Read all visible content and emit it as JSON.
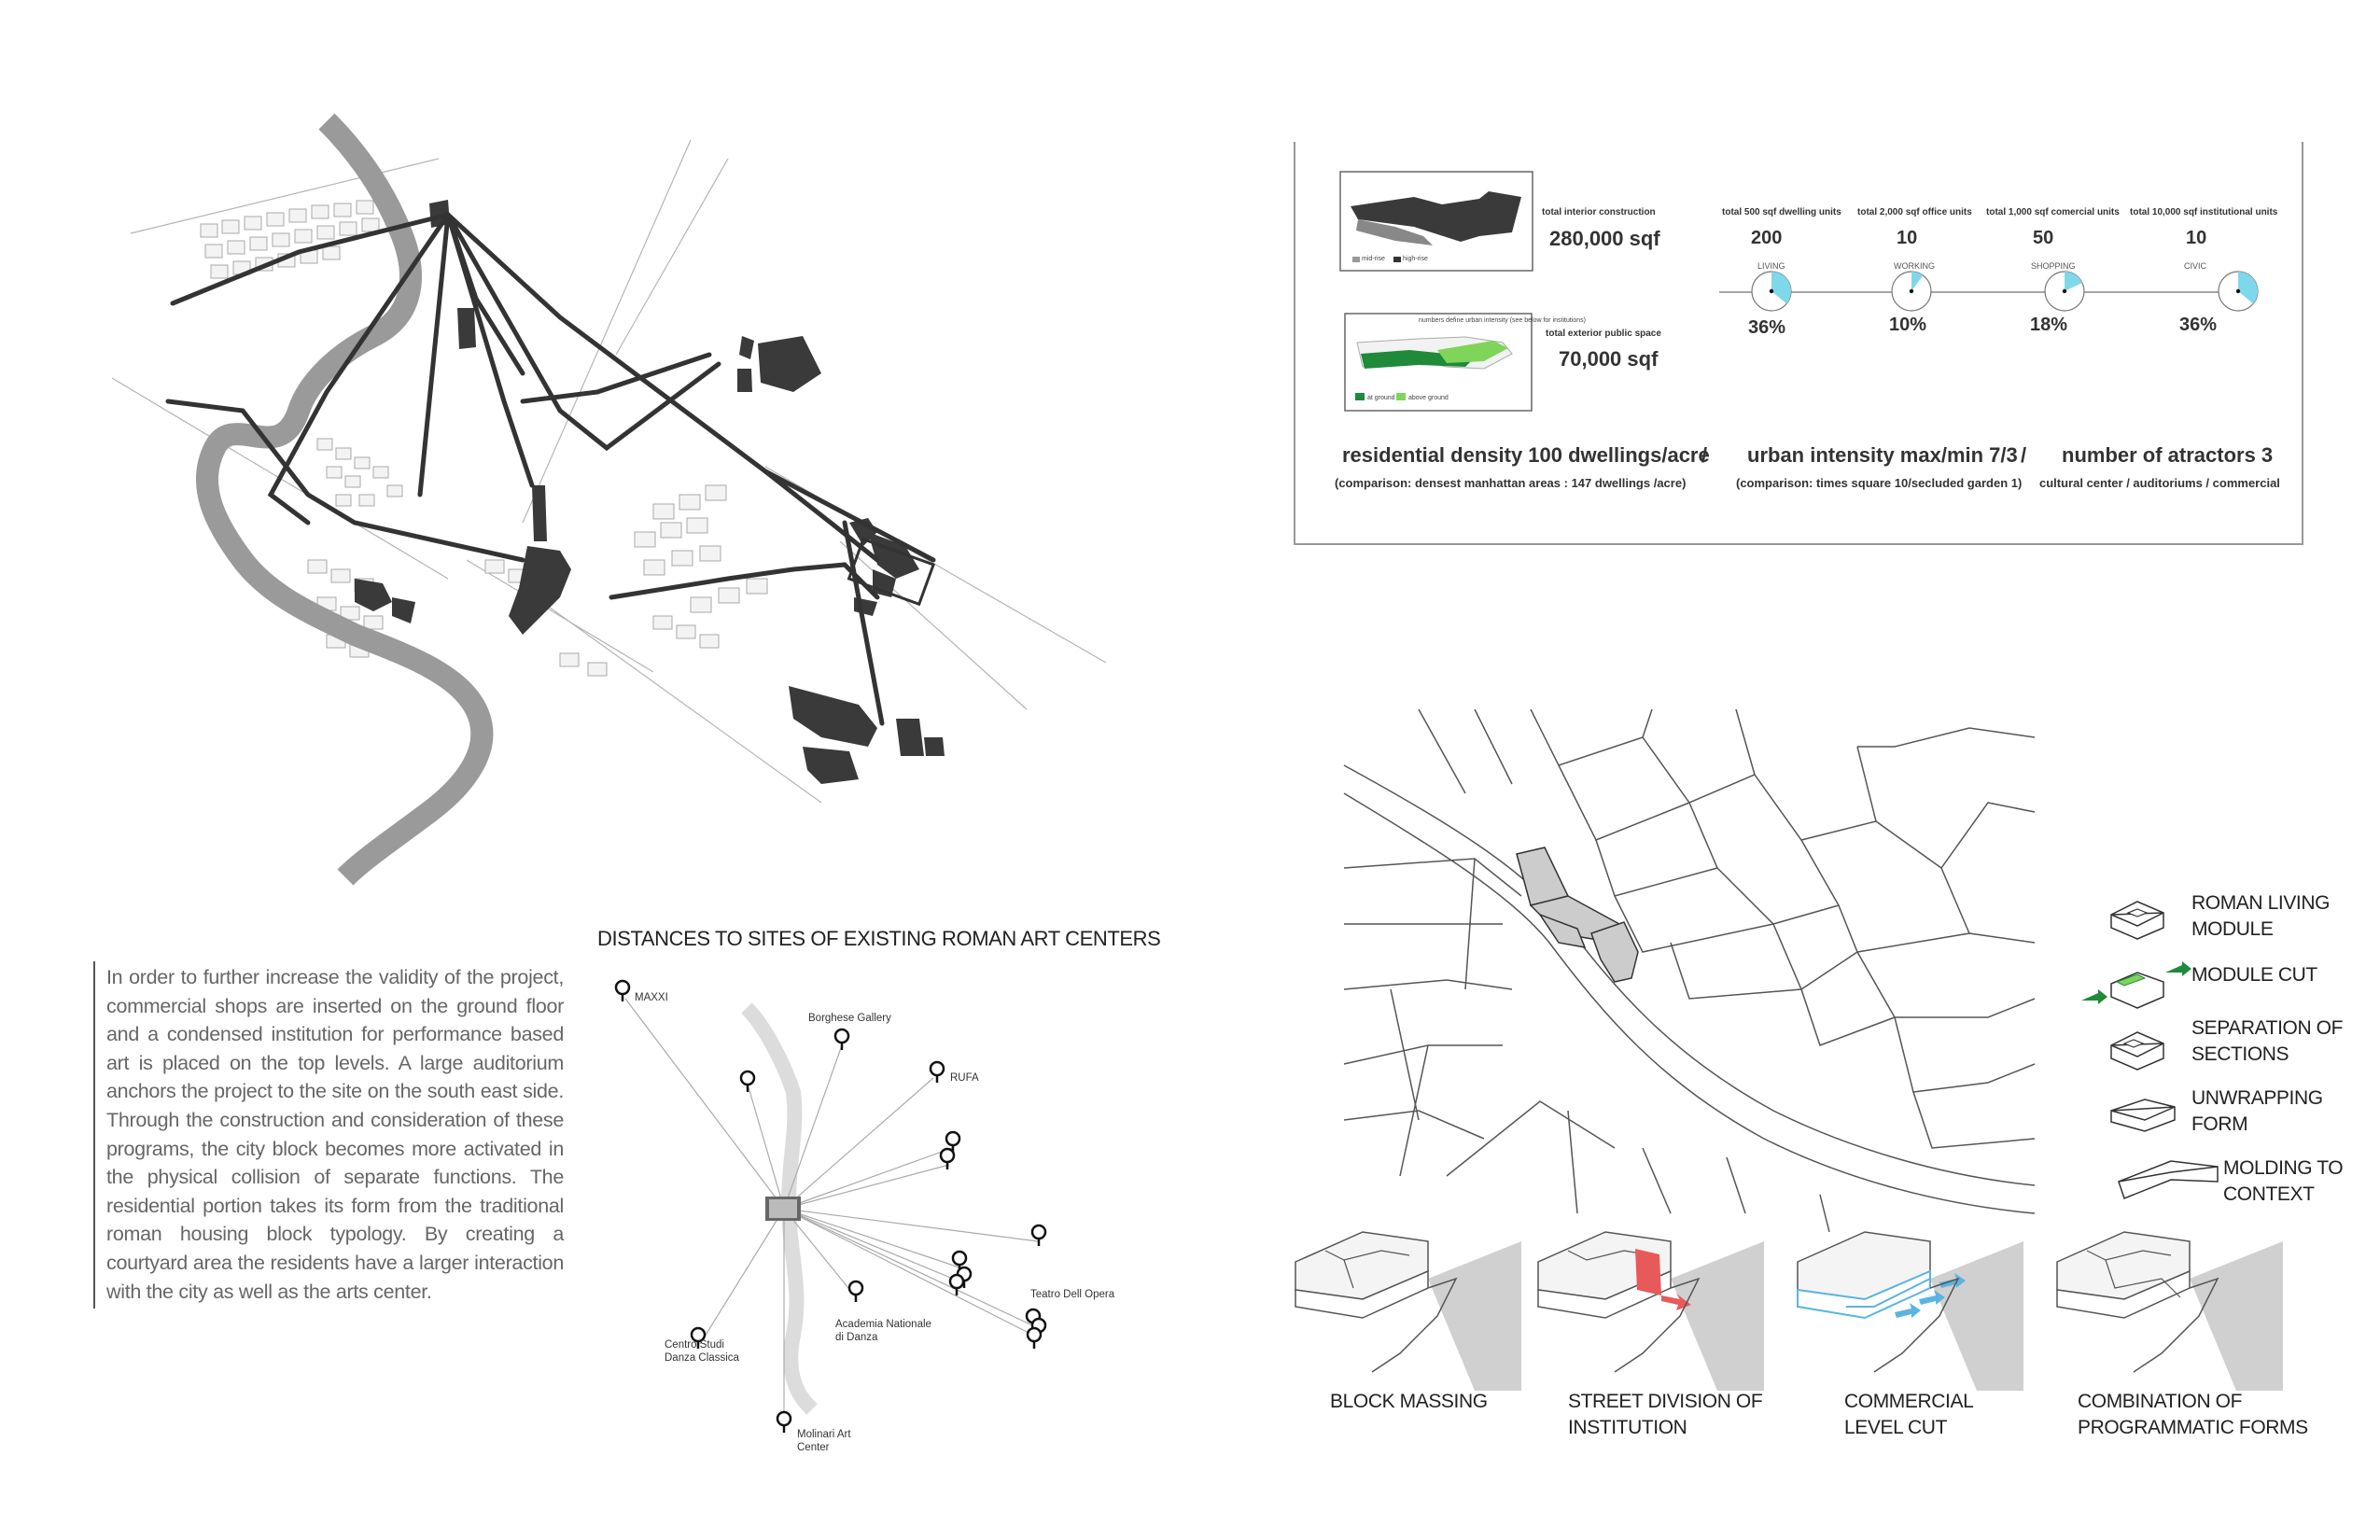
{
  "description": {
    "text": "In order to further increase the validity of the project, commercial shops are inserted on the ground floor and a condensed institution for performance based art is placed on the top levels. A large auditorium anchors the project to the site on the south east side. Through the construction and consideration of these programs, the city block becomes more activated in the physical collision of separate functions. The residential portion takes its form from the traditional roman housing block typology. By creating a courtyard area the residents have a larger interaction with the city as well as the arts center."
  },
  "distances": {
    "title": "DISTANCES TO SITES OF EXISTING ROMAN ART CENTERS",
    "sites": [
      "MAXXI",
      "Borghese Gallery",
      "RUFA",
      "Teatro Dell Opera",
      "Academia Nationale di Danza",
      "Centro Studi Danza Classica",
      "Molinari Art Center"
    ]
  },
  "stats": {
    "interior": {
      "label": "total interior construction",
      "value": "280,000 sqf",
      "legend": [
        "mid-rise",
        "high-rise"
      ]
    },
    "exterior": {
      "label": "total exterior public space",
      "value": "70,000 sqf",
      "caption": "numbers define urban intensity (see below for institutions)",
      "legend": [
        "at ground",
        "above ground"
      ]
    },
    "programs": [
      {
        "header": "total  500 sqf dwelling units",
        "count": "200",
        "name": "LIVING",
        "percent": "36%",
        "fraction": 0.36
      },
      {
        "header": "total  2,000 sqf office units",
        "count": "10",
        "name": "WORKING",
        "percent": "10%",
        "fraction": 0.1
      },
      {
        "header": "total 1,000 sqf comercial units",
        "count": "50",
        "name": "SHOPPING",
        "percent": "18%",
        "fraction": 0.18
      },
      {
        "header": "total 10,000 sqf institutional units",
        "count": "10",
        "name": "CIVIC",
        "percent": "36%",
        "fraction": 0.36
      }
    ],
    "density": {
      "residential": "residential density 100 dwellings/acre",
      "residential_sub": "(comparison: densest manhattan areas : 147 dwellings /acre)",
      "sep1": "/",
      "urban": "urban intensity max/min 7/3",
      "urban_sub": "(comparison: times square 10/secluded garden 1)",
      "sep2": "/",
      "attractors": "number of atractors 3",
      "attractors_sub": "cultural center / auditoriums / commercial"
    },
    "accent_color": "#7fd8ea"
  },
  "legend": {
    "items": [
      {
        "line1": "ROMAN LIVING",
        "line2": "MODULE"
      },
      {
        "line1": "MODULE CUT",
        "line2": ""
      },
      {
        "line1": "SEPARATION OF",
        "line2": "SECTIONS"
      },
      {
        "line1": "UNWRAPPING",
        "line2": "FORM"
      },
      {
        "line1": "MOLDING TO",
        "line2": "CONTEXT"
      }
    ]
  },
  "massing": {
    "steps": [
      {
        "line1": "BLOCK MASSING",
        "line2": ""
      },
      {
        "line1": "STREET DIVISION OF",
        "line2": "INSTITUTION"
      },
      {
        "line1": "COMMERCIAL",
        "line2": "LEVEL CUT"
      },
      {
        "line1": "COMBINATION OF",
        "line2": "PROGRAMMATIC FORMS"
      }
    ]
  },
  "colors": {
    "river": "#9a9a9a",
    "buildings": "#3a3a3a",
    "green_dark": "#1f8a3a",
    "green_light": "#7fd45a",
    "cut_red": "#e85a5a",
    "cut_blue": "#5ab4e0"
  }
}
